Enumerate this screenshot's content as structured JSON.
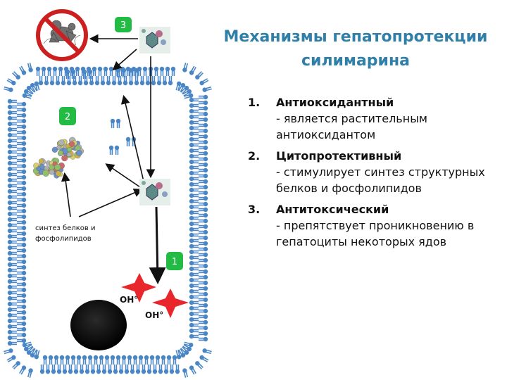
{
  "title_line1": "Механизмы гепатопротекции",
  "title_line2": "силимарина",
  "mechanisms": [
    {
      "number": "1.",
      "name": "Антиоксидантный",
      "description": "- является растительным антиоксидантом"
    },
    {
      "number": "2.",
      "name": "Цитопротективный",
      "description": "- стимулирует синтез структурных белков и фосфолипидов"
    },
    {
      "number": "3.",
      "name": "Антитоксический",
      "description": "- препятствует проникновению в гепатоциты некоторых ядов"
    }
  ],
  "diagram": {
    "synthesis_label_line1": "синтез белков и",
    "synthesis_label_line2": "фосфолипидов",
    "radical_label": "OH°",
    "markers": [
      "3",
      "2",
      "1"
    ],
    "colors": {
      "marker_green": "#22bb44",
      "membrane_blue": "#4a86c6",
      "radical_red": "#e8262b",
      "arrow_black": "#111111",
      "title_blue": "#2f7fa8",
      "prohibition_red": "#cc1f1f"
    },
    "icons": [
      "no-toxin-icon",
      "silymarin-molecule-icon",
      "protein-molecule-icon",
      "nucleus-icon",
      "free-radical-star-icon"
    ]
  }
}
